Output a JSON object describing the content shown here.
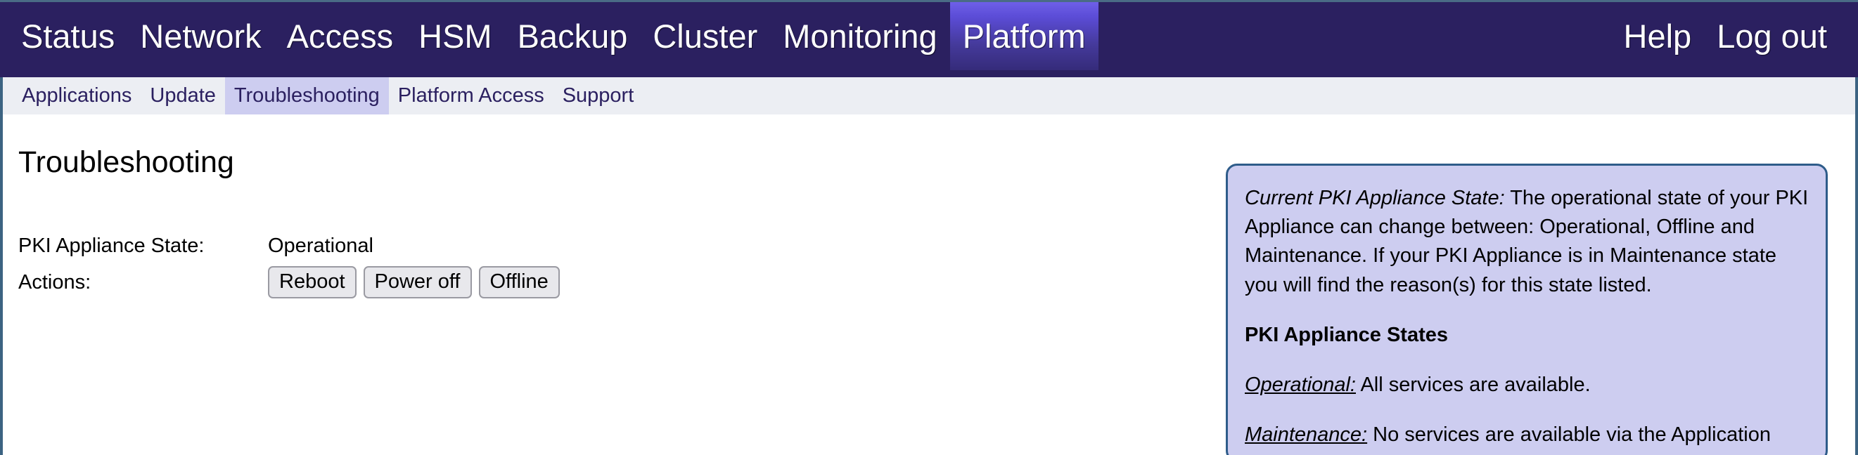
{
  "colors": {
    "topnav_bg": "#2b2060",
    "topnav_active_start": "#6e5fe8",
    "topnav_active_end": "#352b7a",
    "subnav_bg": "#eceef3",
    "subnav_active_bg": "#cdcdf0",
    "subnav_text": "#2b2060",
    "page_border": "#3c6382",
    "panel_bg": "#cdcdf0",
    "panel_border": "#2e5c8a",
    "button_bg": "#e8e8ec",
    "button_border": "#9a9aa2"
  },
  "topnav": {
    "items": [
      {
        "label": "Status",
        "active": false
      },
      {
        "label": "Network",
        "active": false
      },
      {
        "label": "Access",
        "active": false
      },
      {
        "label": "HSM",
        "active": false
      },
      {
        "label": "Backup",
        "active": false
      },
      {
        "label": "Cluster",
        "active": false
      },
      {
        "label": "Monitoring",
        "active": false
      },
      {
        "label": "Platform",
        "active": true
      }
    ],
    "right_items": [
      {
        "label": "Help"
      },
      {
        "label": "Log out"
      }
    ]
  },
  "subnav": {
    "items": [
      {
        "label": "Applications",
        "active": false
      },
      {
        "label": "Update",
        "active": false
      },
      {
        "label": "Troubleshooting",
        "active": true
      },
      {
        "label": "Platform Access",
        "active": false
      },
      {
        "label": "Support",
        "active": false
      }
    ]
  },
  "main": {
    "page_title": "Troubleshooting",
    "state_label": "PKI Appliance State:",
    "state_value": "Operational",
    "actions_label": "Actions:",
    "action_buttons": [
      {
        "label": "Reboot"
      },
      {
        "label": "Power off"
      },
      {
        "label": "Offline"
      }
    ]
  },
  "info_panel": {
    "para1_term": "Current PKI Appliance State:",
    "para1_text": " The operational state of your PKI Appliance can change between: Operational, Offline and Maintenance. If your PKI Appliance is in Maintenance state you will find the reason(s) for this state listed.",
    "heading": "PKI Appliance States",
    "para2_term": "Operational:",
    "para2_text": " All services are available.",
    "para3_term": "Maintenance:",
    "para3_text": " No services are available via the Application"
  }
}
